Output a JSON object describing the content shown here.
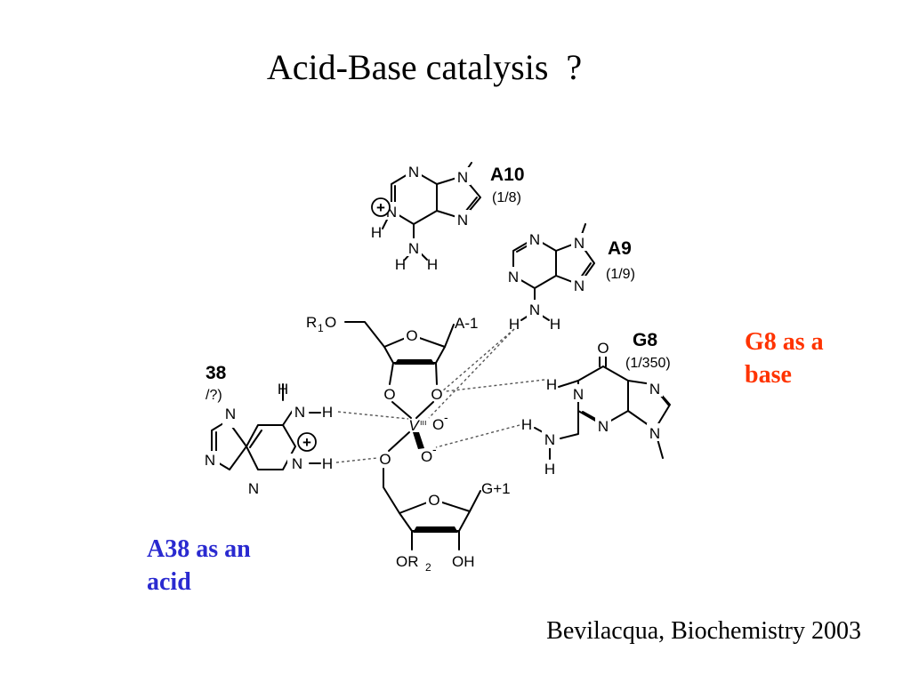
{
  "slide": {
    "title": "Acid-Base catalysis  ?",
    "annotation_g8_line1": "G8 as a",
    "annotation_g8_line2": "base",
    "annotation_a38_line1": "A38 as an",
    "annotation_a38_line2": "acid",
    "citation": "Bevilacqua, Biochemistry 2003"
  },
  "diagram": {
    "nucleotides": {
      "a10": {
        "label": "A10",
        "ratio": "(1/8)"
      },
      "a9": {
        "label": "A9",
        "ratio": "(1/9)"
      },
      "g8": {
        "label": "G8",
        "ratio": "(1/350)"
      },
      "a38": {
        "label": "38",
        "ratio": "/?)"
      }
    },
    "sugar_labels": {
      "upper_r": "R",
      "upper_r_sub": "1",
      "upper_o": "O",
      "upper_nucleotide": "A-1",
      "lower_nucleotide": "G+1",
      "lower_or": "OR",
      "lower_or_sub": "2",
      "lower_oh": "OH"
    },
    "atoms": {
      "n": "N",
      "o": "O",
      "h": "H",
      "v": "V",
      "o_minus": "O",
      "minus": "-",
      "plus": "+",
      "iii": "ııı"
    },
    "colors": {
      "title": "#000000",
      "g8_annotation": "#ff3300",
      "a38_annotation": "#2a2ad0"
    }
  }
}
